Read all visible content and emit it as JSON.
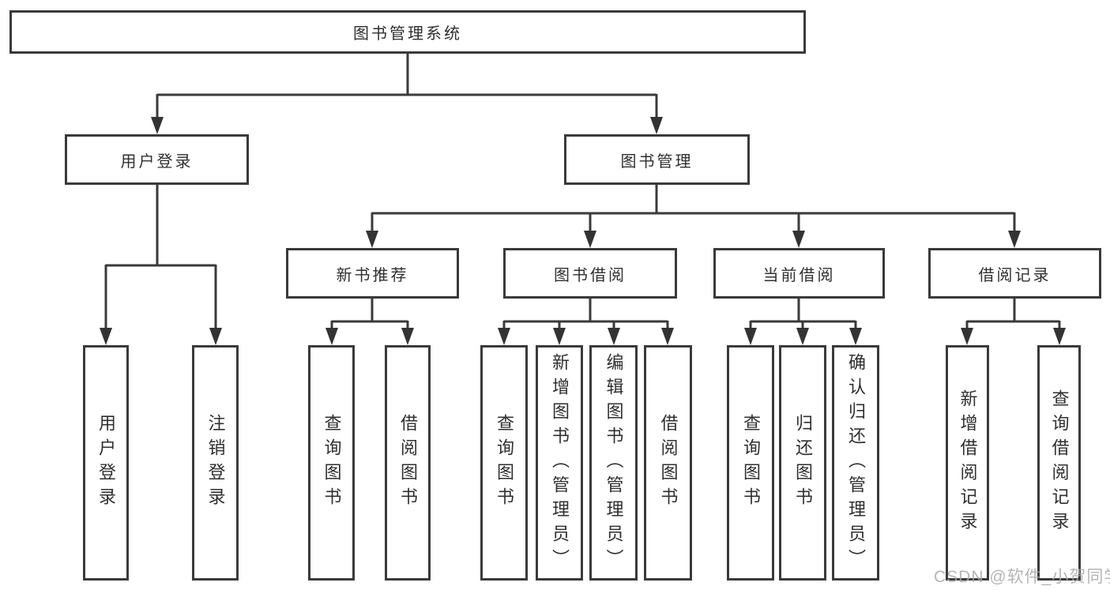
{
  "diagram": {
    "root": {
      "label": "图书管理系统"
    },
    "level2": {
      "user_login": {
        "label": "用户登录"
      },
      "book_mgmt": {
        "label": "图书管理"
      }
    },
    "level3": {
      "new_books": {
        "label": "新书推荐"
      },
      "borrowing": {
        "label": "图书借阅"
      },
      "current": {
        "label": "当前借阅"
      },
      "records": {
        "label": "借阅记录"
      }
    },
    "leaves": {
      "user_login": [
        "用户登录",
        "注销登录"
      ],
      "new_books": [
        "查询图书",
        "借阅图书"
      ],
      "borrowing": [
        "查询图书",
        "新增图书（管理员）",
        "编辑图书（管理员）",
        "借阅图书"
      ],
      "current": [
        "查询图书",
        "归还图书",
        "确认归还（管理员）"
      ],
      "records": [
        "新增借阅记录",
        "查询借阅记录"
      ]
    },
    "colors": {
      "line": "#3a3a3a",
      "text": "#2f2f2f",
      "watermark": "#a9a9a9",
      "background": "#ffffff"
    }
  },
  "watermark": {
    "text": "CSDN @软件_小贺同学"
  }
}
